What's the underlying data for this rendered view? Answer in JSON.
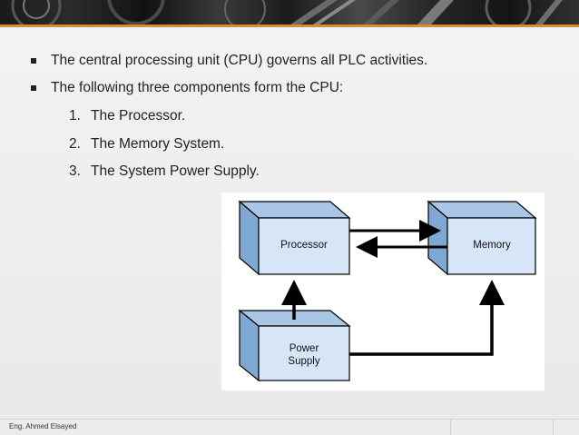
{
  "slide": {
    "bullets": [
      "The central processing unit (CPU) governs all PLC activities.",
      "The following three components form the CPU:"
    ],
    "numbered": [
      {
        "num": "1.",
        "text": "The Processor."
      },
      {
        "num": "2.",
        "text": "The Memory System."
      },
      {
        "num": "3.",
        "text": "The System Power Supply."
      }
    ]
  },
  "diagram": {
    "blocks": {
      "processor": "Processor",
      "memory": "Memory",
      "power_line1": "Power",
      "power_line2": "Supply"
    }
  },
  "footer": {
    "author": "Eng. Ahmed Elsayed"
  },
  "colors": {
    "accent": "#d98b3a",
    "box_front": "#d6e6f7",
    "box_side": "#7fa9d4",
    "box_top": "#a9c6e6"
  }
}
